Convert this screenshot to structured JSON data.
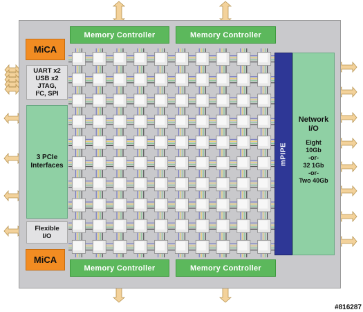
{
  "diagram": {
    "memory_controller_label": "Memory Controller",
    "mica_label": "MiCA",
    "io_ports_text": "UART x2\nUSB x2\nJTAG,\nI²C, SPI",
    "pcie_text": "3 PCIe\nInterfaces",
    "flexible_io_text": "Flexible\nI/O",
    "mpipe_label": "mPIPE",
    "network_title": "Network\nI/O",
    "network_options": "Eight\n10Gb\n-or-\n32 1Gb\n-or-\nTwo 40Gb",
    "figure_id": "#816287"
  },
  "colors": {
    "memory_controller": "#5cb85c",
    "mica": "#f28c22",
    "network_io": "#8fd0a4",
    "mpipe": "#2e3796",
    "arrow_fill": "#f3d29b",
    "tile": "#e9e9e9",
    "chip_background": "#c9c9cc"
  },
  "mesh": {
    "rows": 10,
    "cols": 10
  }
}
